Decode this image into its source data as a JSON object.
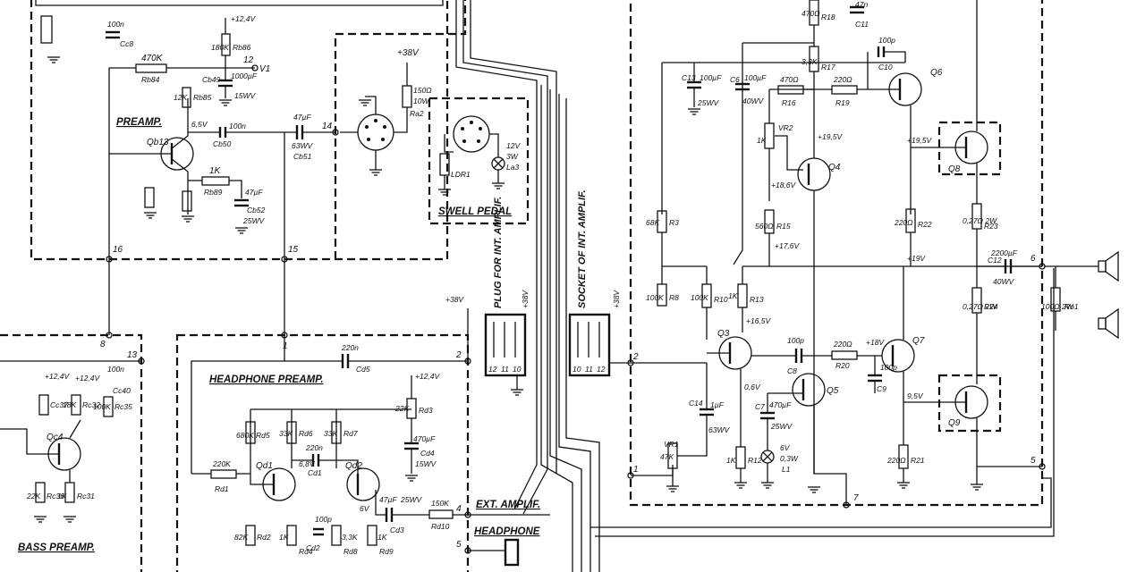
{
  "sections": {
    "preamp": "PREAMP.",
    "swell_pedal": "SWELL PEDAL",
    "headphone_preamp": "HEADPHONE PREAMP.",
    "bass_preamp": "BASS PREAMP.",
    "plug_for_int_amplif": "PLUG FOR INT. AMPLIF.",
    "socket_of_int_amplif": "SOCKET OF INT. AMPLIF.",
    "ext_amplif": "EXT. AMPLIF.",
    "headphone": "HEADPHONE"
  },
  "rails": {
    "v12_4": "+12,4V",
    "v38": "+38V",
    "v19_5": "+19,5V",
    "v18_6": "+18,6V",
    "v17_6": "+17,6V",
    "v19": "+19V",
    "v16_5": "+16,5V",
    "v18": "+18V",
    "v6_5": "6,5V",
    "v6_8": "6,8V",
    "v6": "6V",
    "v9_5": "9,5V",
    "v0_6": "0,6V"
  },
  "transistors": {
    "qb13": "Qb13",
    "qd1": "Qd1",
    "qd2": "Qd2",
    "qc4": "Qc4",
    "q3": "Q3",
    "q4": "Q4",
    "q5": "Q5",
    "q6": "Q6",
    "q7": "Q7",
    "q8": "Q8",
    "q9": "Q9"
  },
  "components": {
    "cc8": "Cc8",
    "cc8_val": "100n",
    "rb84": "Rb84",
    "rb84_val": "470K",
    "rb85": "Rb85",
    "rb85_val": "12K",
    "rb86": "Rb86",
    "rb86_val": "180K",
    "cb49": "Cb49",
    "cb49_val": "1000µF",
    "cb49_v": "15WV",
    "cb50": "Cb50",
    "cb50_val": "100n",
    "rb89": "Rb89",
    "rb89_val": "1K",
    "cb52": "Cb52",
    "cb52_val": "47µF",
    "cb52_v": "25WV",
    "cb51": "Cb51",
    "cb51_val": "47µF",
    "cb51_v": "63WV",
    "ra2": "Ra2",
    "ra2_val": "150Ω",
    "ra2_w": "10W",
    "ldr1": "LDR1",
    "la3": "La3",
    "la3_v": "12V",
    "la3_w": "3W",
    "cd5": "Cd5",
    "cd5_val": "220n",
    "rd3": "Rd3",
    "rd3_val": "22K",
    "cd4": "Cd4",
    "cd4_val": "470µF",
    "cd4_v": "15WV",
    "rd1": "Rd1",
    "rd1_val": "220K",
    "rd5": "Rd5",
    "rd5_val": "680K",
    "rd6": "Rd6",
    "rd6_val": "33K",
    "cd1": "Cd1",
    "cd1_val": "220n",
    "rd7": "Rd7",
    "rd7_val": "33K",
    "cd3": "Cd3",
    "cd3_val": "47µF",
    "cd3_v": "25WV",
    "rd10": "Rd10",
    "rd10_val": "150K",
    "rd2": "Rd2",
    "rd2_val": "82K",
    "rd4": "Rd4",
    "rd4_val": "1K",
    "cd2": "Cd2",
    "cd2_val": "100p",
    "rd8": "Rd8",
    "rd8_val": "3,3K",
    "rd9": "Rd9",
    "rd9_val": "1K",
    "c13": "C13",
    "c13_val": "100µF",
    "c13_v": "25WV",
    "c6": "C6",
    "c6_val": "100µF",
    "c6_v": "40WV",
    "r16": "R16",
    "r16_val": "470Ω",
    "r19": "R19",
    "r19_val": "220Ω",
    "c10": "C10",
    "c10_val": "100p",
    "c11": "C11",
    "c11_val": "47n",
    "r18": "R18",
    "r18_val": "470Ω",
    "r17": "R17",
    "r17_val": "3,3K",
    "vr2": "VR2",
    "vr2_val": "1K",
    "r15": "R15",
    "r15_val": "560Ω",
    "r3": "R3",
    "r3_val": "68K",
    "r8": "R8",
    "r8_val": "100K",
    "r10": "R10",
    "r10_val": "100K",
    "r13": "R13",
    "r13_val": "1K",
    "r22": "R22",
    "r22_val": "220Ω",
    "r23": "R23",
    "r23_val": "0,27Ω 2W",
    "r24": "R24",
    "r24_val": "0,27Ω 2W",
    "c12": "C12",
    "c12_val": "2200µF",
    "c12_v": "40WV",
    "ro1": "Ro1",
    "ro1_val": "100Ω 2W",
    "c8": "C8",
    "c8_val": "100p",
    "r20": "R20",
    "r20_val": "220Ω",
    "c9": "C9",
    "c9_val": "100p",
    "c14": "C14",
    "c14_val": "1µF",
    "c14_v": "63WV",
    "c7": "C7",
    "c7_val": "470µF",
    "c7_v": "25WV",
    "vr1": "VR1",
    "vr1_val": "47K",
    "r12": "R12",
    "r12_val": "1K",
    "l1": "L1",
    "l1_v": "6V",
    "l1_w": "0,3W",
    "r21": "R21",
    "r21_val": "220Ω",
    "cc40": "Cc40",
    "cc40_val": "100n",
    "rc32": "Rc32",
    "rc32_val": "18K",
    "rc35": "Rc35",
    "rc35_val": "100K",
    "rc36": "Rc36",
    "rc36_val": "22K",
    "rc31": "Rc31",
    "rc31_val": "1K",
    "rc37": "Rc37",
    "rc37_val": "1K",
    "cc37": "Cc37",
    "cc37_v": "+12,4V"
  },
  "nodes": {
    "n1": "1",
    "n2": "2",
    "n4": "4",
    "n5": "5",
    "n6": "6",
    "n7": "7",
    "n8": "8",
    "n12": "12",
    "n13": "13",
    "n14": "14",
    "n15": "15",
    "n16": "16",
    "v1": "V1"
  },
  "connector_pins": {
    "plug": [
      "12",
      "11",
      "10"
    ],
    "socket": [
      "10",
      "11",
      "12"
    ]
  },
  "icons": [
    "speaker-icon",
    "ground-icon",
    "lamp-icon",
    "din-socket-icon"
  ]
}
